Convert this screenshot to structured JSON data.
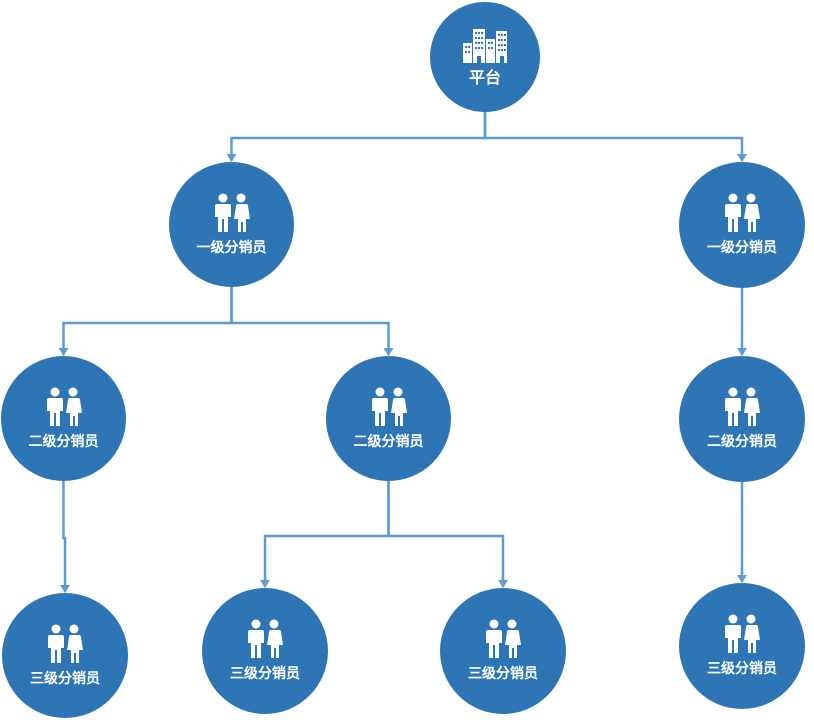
{
  "colors": {
    "node_fill": "#2e75b6",
    "connector": "#5b9bd5",
    "label_text": "#ffffff"
  },
  "nodes": {
    "platform": {
      "label": "平台",
      "icon": "buildings-icon"
    },
    "l1_left": {
      "label": "一级分销员",
      "icon": "couple-icon"
    },
    "l1_right": {
      "label": "一级分销员",
      "icon": "couple-icon"
    },
    "l2_a": {
      "label": "二级分销员",
      "icon": "couple-icon"
    },
    "l2_b": {
      "label": "二级分销员",
      "icon": "couple-icon"
    },
    "l2_c": {
      "label": "二级分销员",
      "icon": "couple-icon"
    },
    "l3_a": {
      "label": "三级分销员",
      "icon": "couple-icon"
    },
    "l3_b": {
      "label": "三级分销员",
      "icon": "couple-icon"
    },
    "l3_c": {
      "label": "三级分销员",
      "icon": "couple-icon"
    },
    "l3_d": {
      "label": "三级分销员",
      "icon": "couple-icon"
    }
  },
  "edges": [
    {
      "from": "platform",
      "to": "l1_left"
    },
    {
      "from": "platform",
      "to": "l1_right"
    },
    {
      "from": "l1_left",
      "to": "l2_a"
    },
    {
      "from": "l1_left",
      "to": "l2_b"
    },
    {
      "from": "l1_right",
      "to": "l2_c"
    },
    {
      "from": "l2_a",
      "to": "l3_a"
    },
    {
      "from": "l2_b",
      "to": "l3_b"
    },
    {
      "from": "l2_b",
      "to": "l3_c"
    },
    {
      "from": "l2_c",
      "to": "l3_d"
    }
  ]
}
